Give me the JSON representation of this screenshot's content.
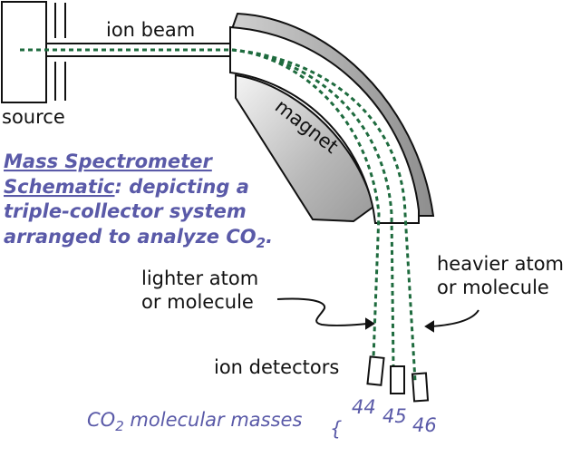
{
  "labels": {
    "ion_beam": "ion beam",
    "source": "source",
    "magnet": "magnet",
    "lighter_1": "lighter atom",
    "lighter_2": "or molecule",
    "heavier_1": "heavier atom",
    "heavier_2": "or molecule",
    "ion_detectors": "ion detectors"
  },
  "caption": {
    "title_line1": "Mass Spectrometer",
    "title_line2_underlined": "Schematic",
    "title_line2_rest": ": depicting a",
    "line3": "triple-collector system",
    "line4_pre": "arranged to analyze CO",
    "line4_sub": "2",
    "line4_post": "."
  },
  "masses": {
    "label_pre": "CO",
    "label_sub": "2",
    "label_post": " molecular masses",
    "brace": "{",
    "values": [
      "44",
      "45",
      "46"
    ]
  },
  "colors": {
    "caption": "#5a5aa8",
    "beam": "#1e6b3e",
    "magnet_gray": "#a8a8a8"
  }
}
